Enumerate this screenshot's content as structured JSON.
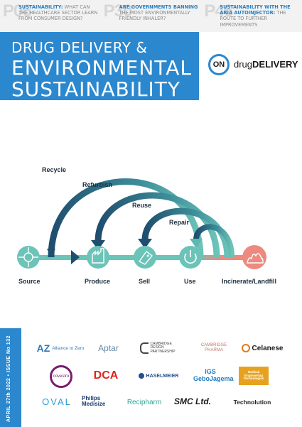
{
  "teasers": [
    {
      "page": "P06",
      "highlight": "Sustainability:",
      "rest": "What can the healthcare sector learn from consumer design?"
    },
    {
      "page": "P30",
      "highlight": "Are governments banning",
      "rest": "the most environmentally friendly inhaler?"
    },
    {
      "page": "P46",
      "highlight": "Sustainability with the Aria autoinjector:",
      "rest": "the route to further improvements"
    }
  ],
  "title": {
    "line1": "DRUG DELIVERY &",
    "line2": "ENVIRONMENTAL",
    "line3": "SUSTAINABILITY"
  },
  "logo": {
    "badge": "ON",
    "brand_light": "drug",
    "brand_bold": "DELIVERY"
  },
  "diagram": {
    "stages": [
      "Source",
      "Produce",
      "Sell",
      "Use",
      "Incinerate/Landfill"
    ],
    "loops": [
      "Recycle",
      "Refurbish",
      "Reuse",
      "Repair"
    ]
  },
  "issue_line": "APRIL 27th 2022 • ISSUE No 132",
  "partners": [
    {
      "name": "Alliance to Zero",
      "color": "#2f77b6"
    },
    {
      "name": "Aptar",
      "color": "#6b8aa6"
    },
    {
      "name": "CAMBRIDGE DESIGN PARTNERSHIP",
      "color": "#444444"
    },
    {
      "name": "CAMBRIDGE PHARMA",
      "color": "#c0786a"
    },
    {
      "name": "Celanese",
      "color": "#e07b1a"
    },
    {
      "name": "covestro",
      "color": "#7a1d6e"
    },
    {
      "name": "DCA",
      "color": "#e1251b"
    },
    {
      "name": "HASELMEIER",
      "color": "#264e8c"
    },
    {
      "name": "IGS GeboJagema",
      "color": "#1f7bc1"
    },
    {
      "name": "Medical Engineering Technologies",
      "color": "#e6a21e"
    },
    {
      "name": "OVAL",
      "color": "#2a9fd6"
    },
    {
      "name": "Philips Medisize",
      "color": "#1b3b6f"
    },
    {
      "name": "Recipharm",
      "color": "#2aa89a"
    },
    {
      "name": "SMC Ltd.",
      "color": "#1a1a1a"
    },
    {
      "name": "Technolution",
      "color": "#222222"
    }
  ],
  "colors": {
    "blue": "#2b88cf",
    "teal": "#5bb8b2",
    "navy": "#1f4e6e",
    "salmon": "#ec8a7f"
  }
}
